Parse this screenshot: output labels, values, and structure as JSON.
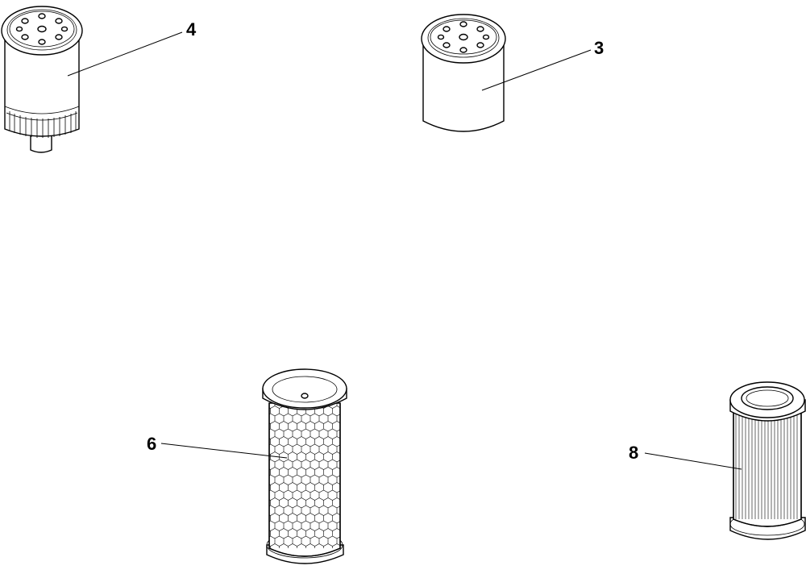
{
  "callouts": {
    "c4": "4",
    "c3": "3",
    "c6": "6",
    "c8": "8"
  },
  "parts": [
    {
      "callout": "4",
      "icon": "fuel-filter-with-drain-icon"
    },
    {
      "callout": "3",
      "icon": "spin-on-filter-icon"
    },
    {
      "callout": "6",
      "icon": "hex-mesh-element-icon"
    },
    {
      "callout": "8",
      "icon": "pleated-element-icon"
    }
  ],
  "colors": {
    "line": "#000000",
    "background": "#ffffff"
  }
}
